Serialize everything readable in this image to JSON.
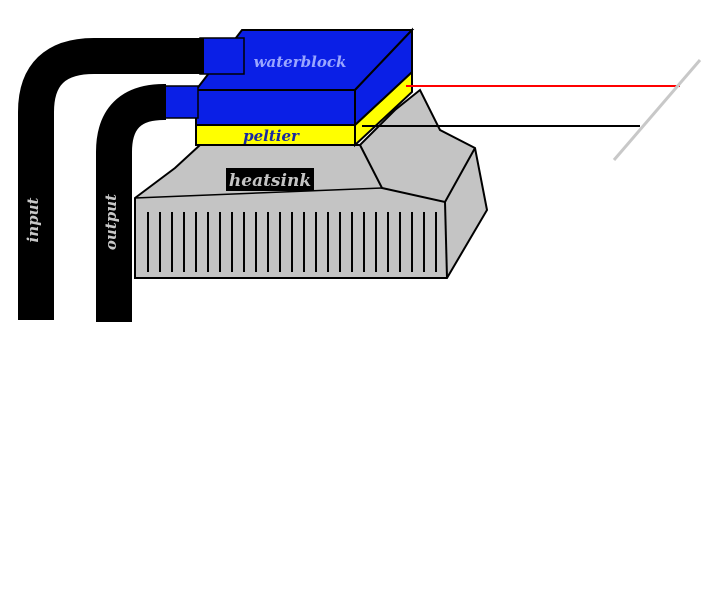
{
  "labels": {
    "waterblock": "waterblock",
    "peltier": "peltier",
    "heatsink": "heatsink",
    "input": "input",
    "output": "output"
  },
  "colors": {
    "background": "#ffffff",
    "waterblock": "#0a1fe6",
    "waterblock_text": "#9aa6ff",
    "peltier": "#ffff00",
    "peltier_text": "#1a2aa0",
    "heatsink": "#c4c4c4",
    "heatsink_label_bg": "#000000",
    "heatsink_label_text": "#c4c4c4",
    "tube": "#000000",
    "tube_text": "#c8c8c8",
    "wire_positive": "#ff0000",
    "wire_negative": "#000000",
    "outline": "#000000"
  }
}
